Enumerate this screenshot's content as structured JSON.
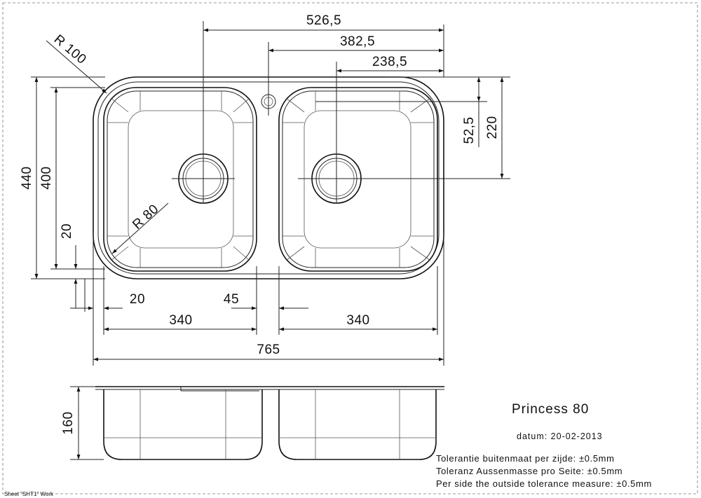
{
  "dimensions": {
    "top_total": "526,5",
    "top_mid": "382,5",
    "top_right": "238,5",
    "radius_outer": "R 100",
    "radius_inner": "R 80",
    "height_total": "440",
    "height_bowl": "400",
    "edge_20_left": "20",
    "right_52": "52,5",
    "right_220": "220",
    "edge_20_bottom": "20",
    "gap_45": "45",
    "bowl_left_width": "340",
    "bowl_right_width": "340",
    "total_width": "765",
    "depth": "160"
  },
  "title_block": {
    "product": "Princess 80",
    "date": "datum: 20-02-2013",
    "tolerance_nl": "Tolerantie buitenmaat per zijde: ±0.5mm",
    "tolerance_de": "Toleranz Aussenmasse pro Seite: ±0.5mm",
    "tolerance_en": "Per side the outside tolerance measure: ±0.5mm"
  },
  "sheet_label": "Sheet \"SHT1\" Work"
}
